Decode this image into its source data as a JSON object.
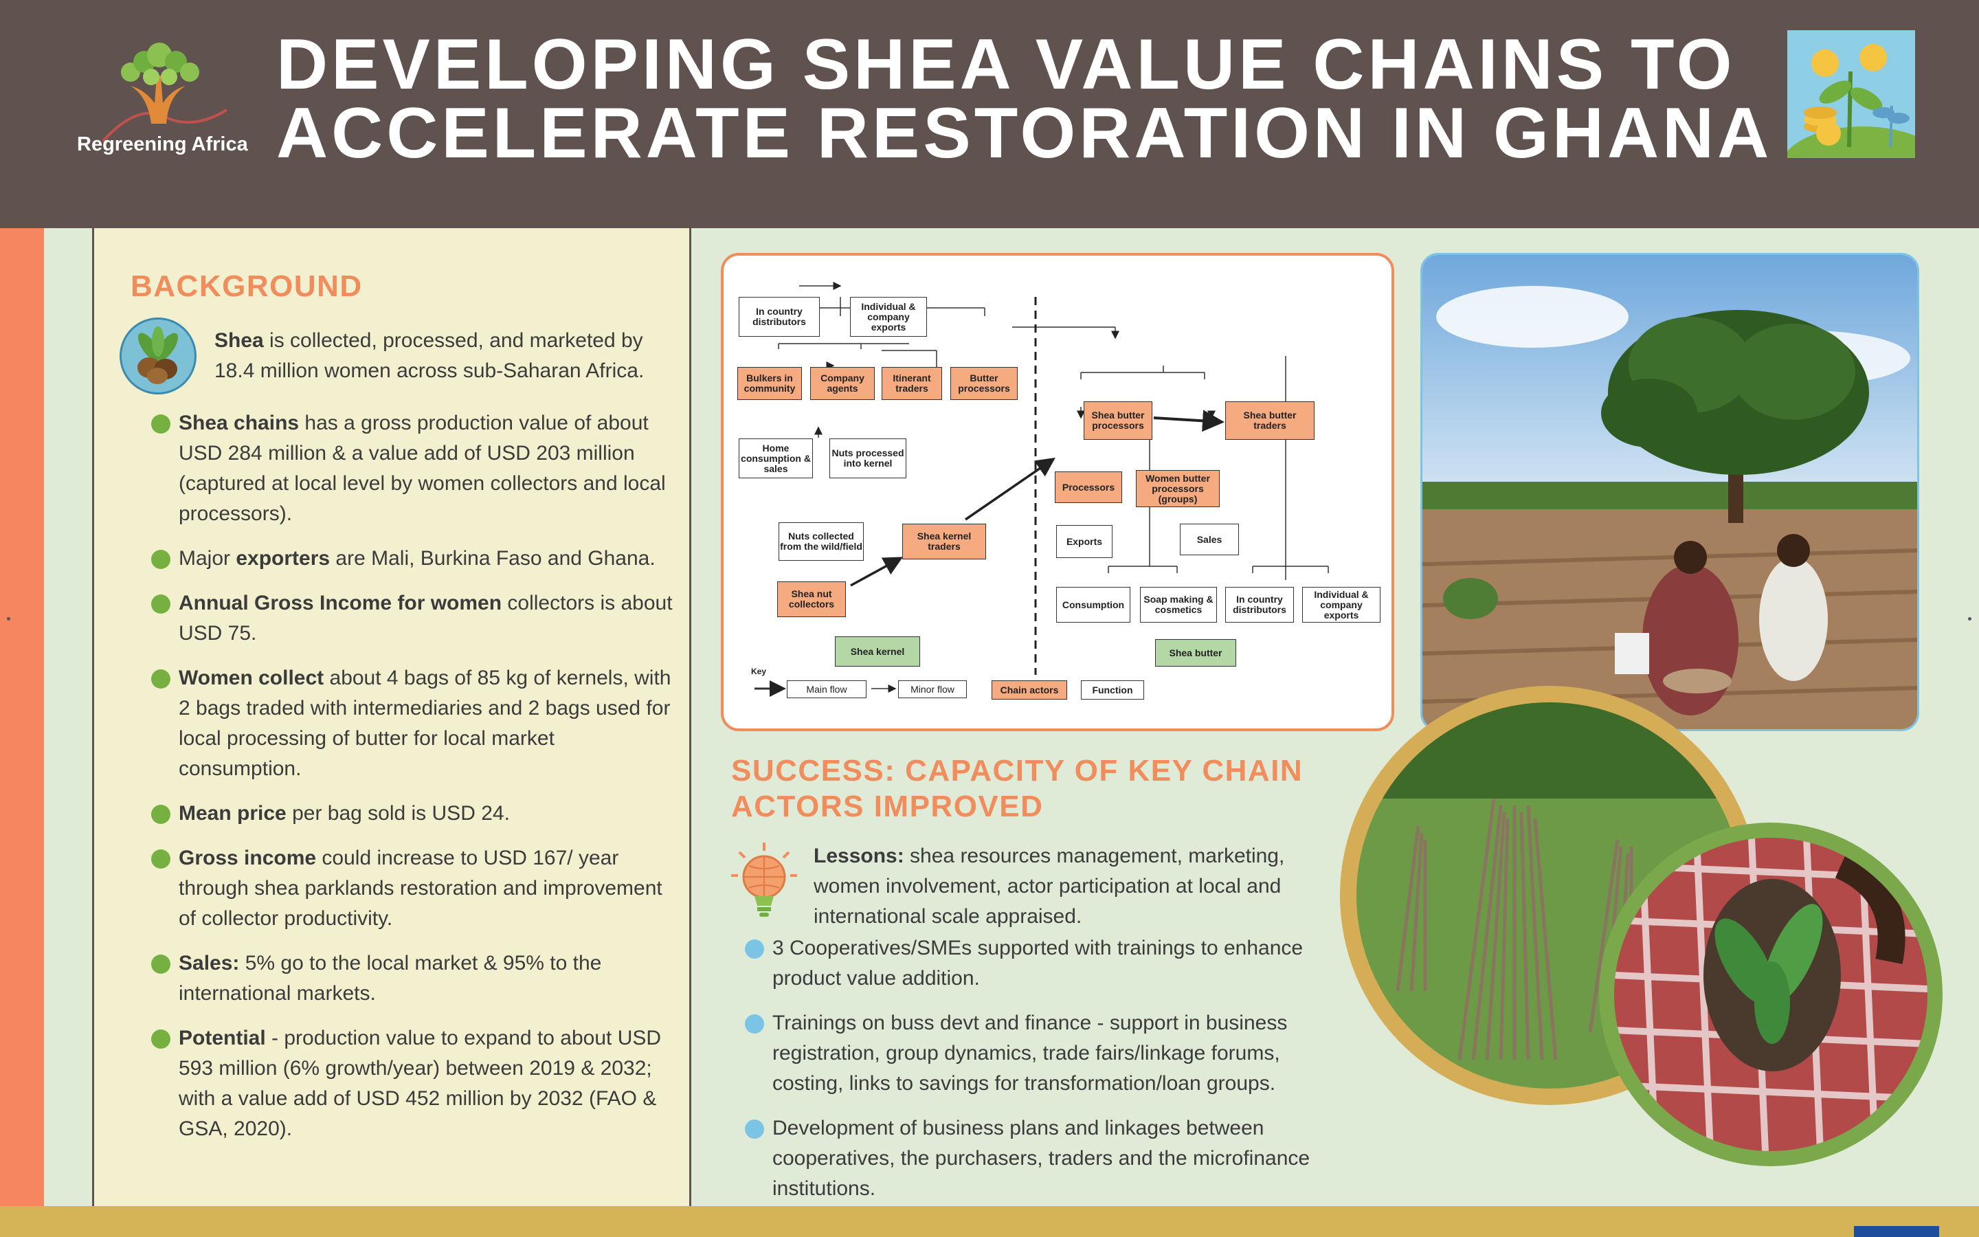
{
  "header": {
    "logo_text": "Regreening Africa",
    "title_line1": "DEVELOPING SHEA VALUE CHAINS TO",
    "title_line2": "ACCELERATE RESTORATION IN GHANA"
  },
  "background": {
    "heading": "BACKGROUND",
    "intro_bold": "Shea",
    "intro_text": " is collected, processed, and marketed by 18.4 million women across sub-Saharan Africa.",
    "bullets": [
      {
        "bold": "Shea chains",
        "text": " has a gross production value of about USD 284 million & a value add of USD 203 million (captured at local level by women collectors and local processors)."
      },
      {
        "pre": "Major ",
        "bold": "exporters",
        "text": " are Mali, Burkina Faso and Ghana."
      },
      {
        "bold": "Annual Gross Income for women",
        "text": " collectors is about USD 75."
      },
      {
        "bold": "Women collect",
        "text": " about 4 bags of 85 kg of kernels, with 2 bags traded with intermediaries and 2 bags used for local processing of butter for local market consumption."
      },
      {
        "bold": "Mean price",
        "text": " per bag sold is USD 24."
      },
      {
        "bold": "Gross income",
        "text": " could increase to USD 167/ year through shea parklands restoration and improvement of collector productivity."
      },
      {
        "bold": "Sales:",
        "text": " 5% go to the local market & 95% to the international markets."
      },
      {
        "bold": "Potential",
        "text": " - production value to expand to about USD 593 million (6% growth/year) between 2019 & 2032; with a value add of USD 452 million by 2032 (FAO & GSA, 2020)."
      }
    ]
  },
  "diagram": {
    "nodes": {
      "in_country_distributors_l": "In country distributors",
      "individual_exports_l": "Individual & company exports",
      "bulkers": "Bulkers in community",
      "company_agents": "Company agents",
      "itinerant_traders": "Itinerant traders",
      "butter_processors": "Butter processors",
      "home_consumption": "Home consumption & sales",
      "nuts_processed": "Nuts processed into kernel",
      "nuts_collected": "Nuts collected from the wild/field",
      "shea_kernel_traders": "Shea kernel traders",
      "shea_nut_collectors": "Shea nut collectors",
      "shea_kernel": "Shea kernel",
      "shea_butter_processors": "Shea butter processors",
      "shea_butter_traders": "Shea butter traders",
      "processors": "Processors",
      "women_butter_processors": "Women butter processors (groups)",
      "exports": "Exports",
      "sales": "Sales",
      "consumption": "Consumption",
      "soap_making": "Soap making & cosmetics",
      "in_country_distributors_r": "In country distributors",
      "individual_exports_r": "Individual & company exports",
      "shea_butter": "Shea butter"
    },
    "key": {
      "label": "Key",
      "main_flow": "Main flow",
      "minor_flow": "Minor flow",
      "chain_actors": "Chain actors",
      "function": "Function"
    }
  },
  "success": {
    "heading": "SUCCESS: CAPACITY OF KEY CHAIN ACTORS IMPROVED",
    "lessons_bold": "Lessons:",
    "lessons_text": " shea resources management, marketing, women involvement, actor participation at local and international scale appraised.",
    "bullets": [
      "3 Cooperatives/SMEs supported with trainings to enhance product value addition.",
      "Trainings on buss devt and finance - support in business registration, group dynamics, trade fairs/linkage forums, costing, links to savings for transformation/loan groups.",
      "Development of business plans and linkages between cooperatives, the purchasers, traders and the microfinance institutions."
    ]
  },
  "colors": {
    "header_bg": "#5f524f",
    "accent_orange": "#f18c5d",
    "panel_cream": "#f3f0cf",
    "panel_green": "#e0ebd7",
    "bullet_green": "#76b041",
    "bullet_blue": "#7cc4e6",
    "footer_gold": "#d4b456"
  },
  "icons": [
    "tree-hands-logo-icon",
    "money-plant-icon",
    "shea-nut-icon",
    "lightbulb-globe-icon"
  ]
}
